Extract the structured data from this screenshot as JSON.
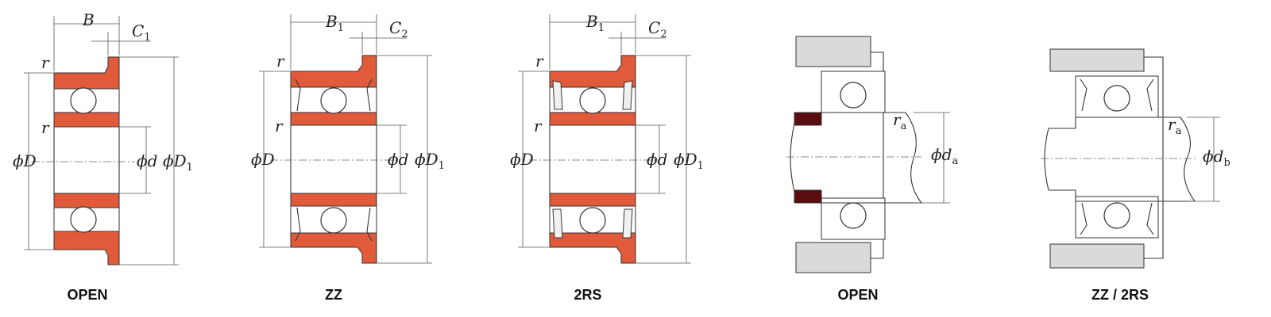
{
  "colors": {
    "ring": "#e15a3a",
    "seal": "#5a0d10",
    "housing": "#dadada",
    "line": "#333333"
  },
  "panels": [
    {
      "caption": "OPEN"
    },
    {
      "caption": "ZZ"
    },
    {
      "caption": "2RS"
    },
    {
      "caption": "OPEN"
    },
    {
      "caption": "ZZ / 2RS"
    }
  ],
  "labels": {
    "B": "B",
    "B1": "B",
    "B1_sub": "1",
    "C1": "C",
    "C1_sub": "1",
    "C2": "C",
    "C2_sub": "2",
    "r": "r",
    "phiD": "ϕD",
    "phid": "ϕd",
    "phiD1": "ϕD",
    "phiD1_sub": "1",
    "ra": "r",
    "ra_sub": "a",
    "phida": "ϕd",
    "phida_sub": "a",
    "phidb": "ϕd",
    "phidb_sub": "b"
  }
}
